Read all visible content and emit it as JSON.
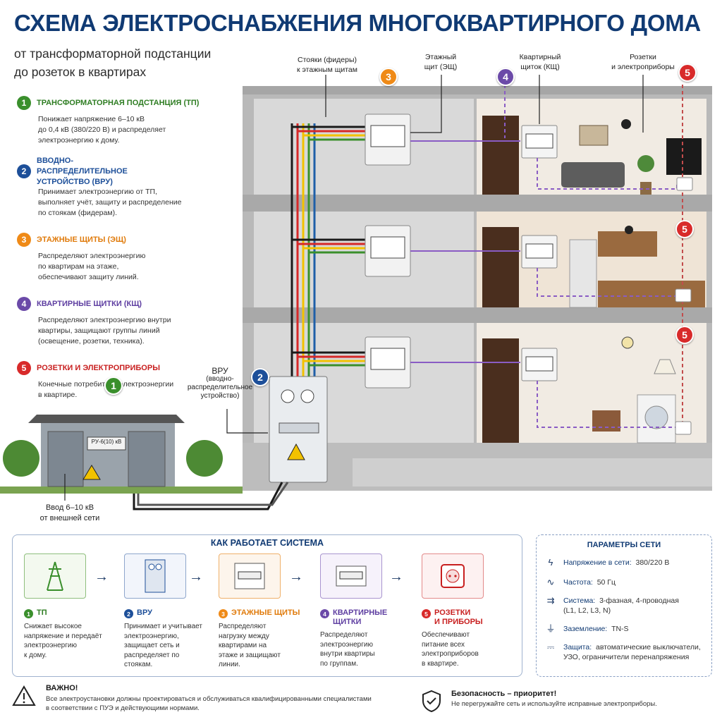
{
  "header": {
    "title": "СХЕМА ЭЛЕКТРОСНАБЖЕНИЯ МНОГОКВАРТИРНОГО ДОМА",
    "subtitle_line1": "от трансформаторной подстанции",
    "subtitle_line2": "до розеток в квартирах"
  },
  "colors": {
    "green": "#3a8f2c",
    "blue": "#1d4f99",
    "orange": "#ef8a17",
    "purple": "#6b4aa8",
    "red": "#d82a2a",
    "title": "#103a73"
  },
  "legend": [
    {
      "num": "1",
      "title": "ТРАНСФОРМАТОРНАЯ ПОДСТАНЦИЯ (ТП)",
      "desc": [
        "Понижает напряжение 6–10 кВ",
        "до 0,4 кВ (380/220 В) и распределяет",
        "электроэнергию к дому."
      ]
    },
    {
      "num": "2",
      "title": "ВВОДНО-РАСПРЕДЕЛИТЕЛЬНОЕ УСТРОЙСТВО (ВРУ)",
      "desc": [
        "Принимает электроэнергию от ТП,",
        "выполняет учёт, защиту и распределение",
        "по стоякам (фидерам)."
      ]
    },
    {
      "num": "3",
      "title": "ЭТАЖНЫЕ ЩИТЫ (ЭЩ)",
      "desc": [
        "Распределяют электроэнергию",
        "по квартирам на этаже,",
        "обеспечивают защиту линий."
      ]
    },
    {
      "num": "4",
      "title": "КВАРТИРНЫЕ ЩИТКИ (КЩ)",
      "desc": [
        "Распределяют электроэнергию внутри",
        "квартиры, защищают группы линий",
        "(освещение, розетки, техника)."
      ]
    },
    {
      "num": "5",
      "title": "РОЗЕТКИ И ЭЛЕКТРОПРИБОРЫ",
      "desc": [
        "Конечные потребители электроэнергии",
        "в квартире."
      ]
    }
  ],
  "callouts": {
    "risers": [
      "Стояки (фидеры)",
      "к этажным щитам"
    ],
    "floor_panel": [
      "Этажный",
      "щит (ЭЩ)"
    ],
    "apt_panel": [
      "Квартирный",
      "щиток (КЩ)"
    ],
    "sockets": [
      "Розетки",
      "и электроприборы"
    ],
    "vru_short": "ВРУ",
    "vru_long": [
      "(вводно-",
      "распределительное",
      "устройство)"
    ],
    "input": [
      "Ввод 6–10 кВ",
      "от внешней сети"
    ],
    "substation_sign": "РУ-6(10) кВ"
  },
  "how": {
    "title": "КАК РАБОТАЕТ СИСТЕМА",
    "steps": [
      {
        "num": "1",
        "name": [
          "ТП"
        ],
        "desc": [
          "Снижает высокое",
          "напряжение и передаёт",
          "электроэнергию",
          "к дому."
        ]
      },
      {
        "num": "2",
        "name": [
          "ВРУ"
        ],
        "desc": [
          "Принимает и учитывает",
          "электроэнергию,",
          "защищает сеть и",
          "распределяет по",
          "стоякам."
        ]
      },
      {
        "num": "3",
        "name": [
          "ЭТАЖНЫЕ ЩИТЫ"
        ],
        "desc": [
          "Распределяют",
          "нагрузку между",
          "квартирами на",
          "этаже и защищают",
          "линии."
        ]
      },
      {
        "num": "4",
        "name": [
          "КВАРТИРНЫЕ",
          "ЩИТКИ"
        ],
        "desc": [
          "Распределяют",
          "электроэнергию",
          "внутри квартиры",
          "по группам."
        ]
      },
      {
        "num": "5",
        "name": [
          "РОЗЕТКИ",
          "И ПРИБОРЫ"
        ],
        "desc": [
          "Обеспечивают",
          "питание всех",
          "электроприборов",
          "в квартире."
        ]
      }
    ]
  },
  "params": {
    "title": "ПАРАМЕТРЫ СЕТИ",
    "rows": [
      {
        "icon": "lightning-icon",
        "label": "Напряжение в сети:",
        "value": [
          "380/220 В"
        ]
      },
      {
        "icon": "frequency-icon",
        "label": "Частота:",
        "value": [
          "50 Гц"
        ]
      },
      {
        "icon": "wires-icon",
        "label": "Система:",
        "value": [
          "3-фазная, 4-проводная",
          "(L1, L2, L3, N)"
        ]
      },
      {
        "icon": "ground-icon",
        "label": "Заземление:",
        "value": [
          "TN-S"
        ]
      },
      {
        "icon": "plug-icon",
        "label": "Защита:",
        "value": [
          "автоматические выключатели,",
          "УЗО, ограничители перенапряжения"
        ]
      }
    ]
  },
  "note": {
    "title": "ВАЖНО!",
    "text": [
      "Все электроустановки должны проектироваться и обслуживаться квалифицированными специалистами",
      "в соответствии с ПУЭ и действующими нормами."
    ]
  },
  "safety": {
    "title": "Безопасность – приоритет!",
    "text": "Не перегружайте сеть и используйте исправные электроприборы."
  }
}
